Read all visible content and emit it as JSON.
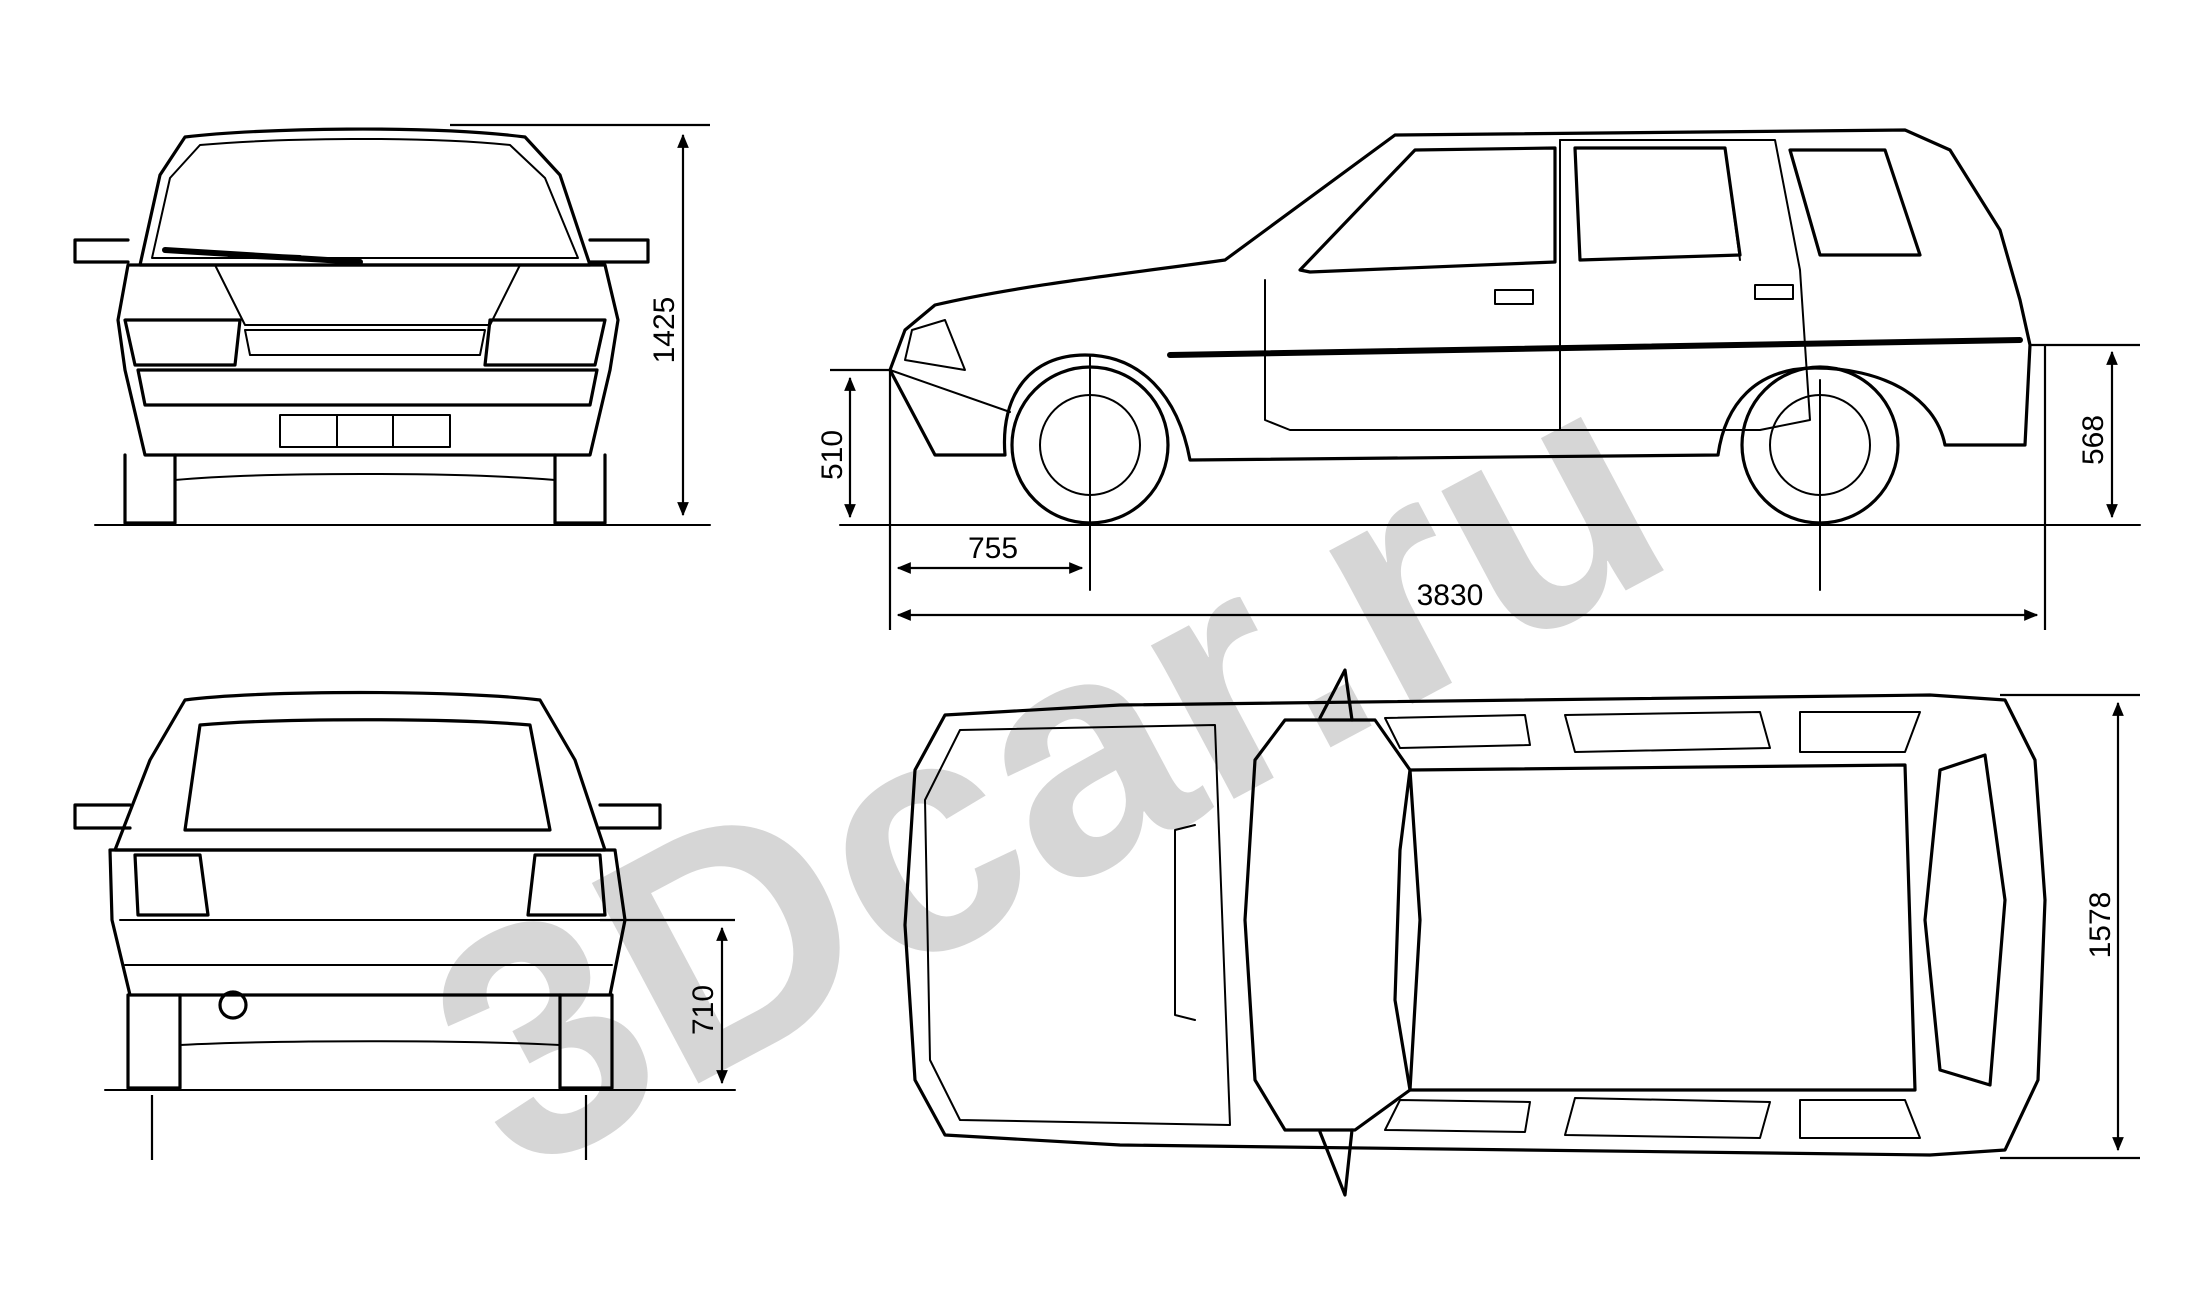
{
  "watermark": "3Dcar.ru",
  "dimensions": {
    "height": "1425",
    "front_bumper_height": "510",
    "front_overhang": "755",
    "length": "3830",
    "rear_bumper_height": "568",
    "width": "1578",
    "rear_height": "710"
  }
}
